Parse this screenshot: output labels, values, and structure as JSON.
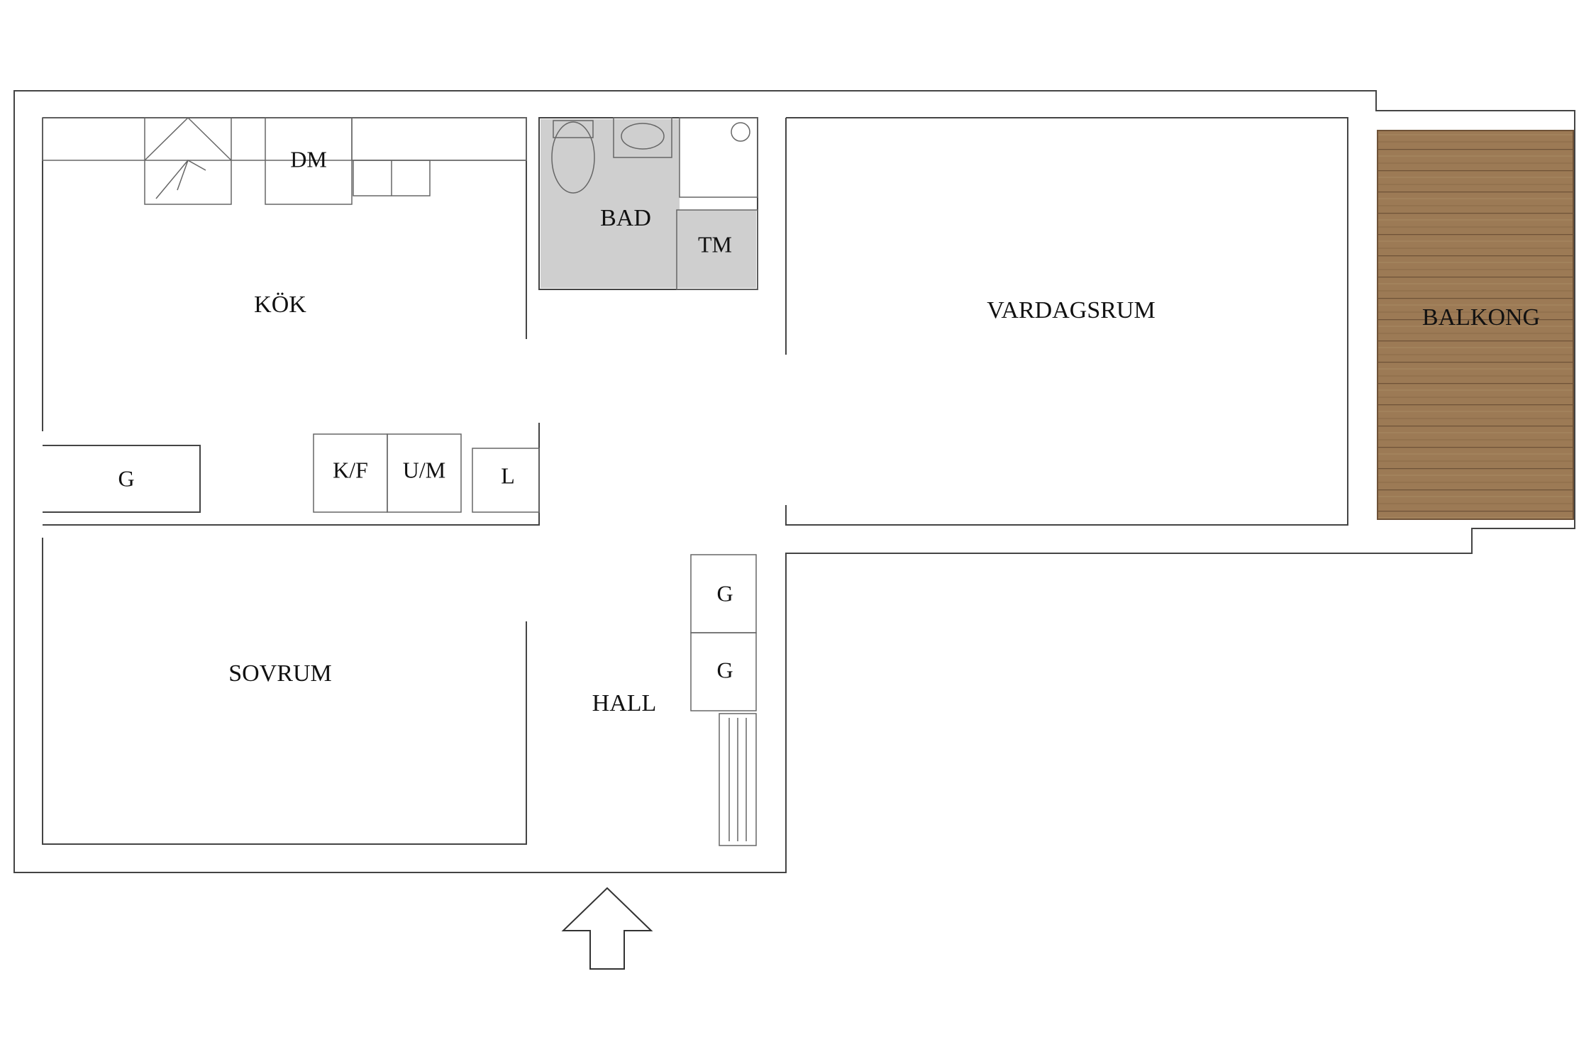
{
  "rooms": {
    "kitchen": "KÖK",
    "bathroom": "BAD",
    "living_room": "VARDAGSRUM",
    "balcony": "BALKONG",
    "bedroom": "SOVRUM",
    "hall": "HALL"
  },
  "fixtures": {
    "dishwasher": "DM",
    "washing_machine": "TM",
    "fridge_freezer": "K/F",
    "oven_microwave": "U/M",
    "closet_l": "L",
    "wardrobe_bedroom": "G",
    "wardrobe_hall_1": "G",
    "wardrobe_hall_2": "G"
  },
  "colors": {
    "walls": "#444444",
    "bathroom_floor": "#cfcfcf",
    "balcony_wood": "#9c7a55",
    "background": "#ffffff"
  }
}
